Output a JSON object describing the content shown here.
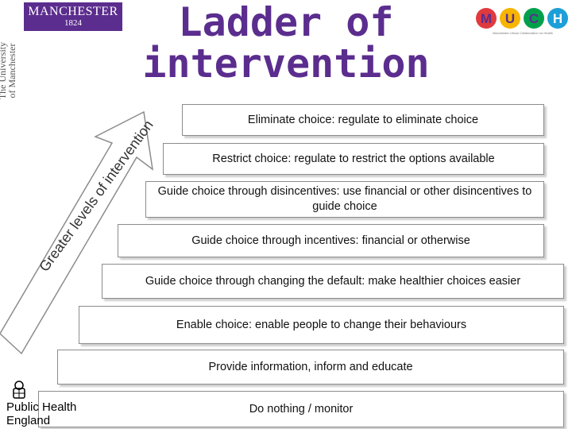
{
  "title": "Ladder of intervention",
  "logos": {
    "manchester_name": "MANCHESTER",
    "manchester_year": "1824",
    "university_vertical_line1": "The University",
    "university_vertical_line2": "of Manchester",
    "much_letters": [
      "M",
      "U",
      "C",
      "H"
    ],
    "much_tagline": "Manchester Urban Collaboration on Health",
    "phe_line1": "Public Health",
    "phe_line2": "England"
  },
  "arrow_label": "Greater levels of intervention",
  "steps": [
    {
      "text": "Eliminate choice: regulate to eliminate choice"
    },
    {
      "text": "Restrict choice: regulate to restrict the options available"
    },
    {
      "text": "Guide choice through disincentives: use financial or other disincentives to guide choice"
    },
    {
      "text": "Guide choice through incentives: financial or otherwise"
    },
    {
      "text": "Guide choice through changing the default: make healthier choices easier"
    },
    {
      "text": "Enable choice: enable people to change their behaviours"
    },
    {
      "text": "Provide information, inform and educate"
    },
    {
      "text": "Do nothing / monitor"
    }
  ],
  "colors": {
    "brand_purple": "#5b2d8e",
    "much_m": "#e03a3e",
    "much_u": "#f7b500",
    "much_c": "#00a04b",
    "much_h": "#1d9fd8"
  }
}
